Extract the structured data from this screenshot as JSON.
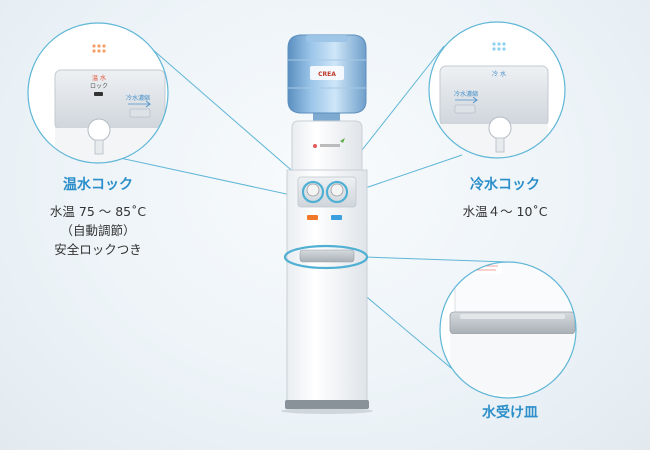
{
  "hot_tap": {
    "title": "温水コック",
    "lines": [
      "水温 75 ～ 85˚C",
      "（自動調節）",
      "安全ロックつき"
    ],
    "zoom_text": {
      "temp_label": "温 水",
      "lock_label": "ロック",
      "release_label": "冷水濃縮"
    }
  },
  "cold_tap": {
    "title": "冷水コック",
    "lines": [
      "水温４～ 10˚C"
    ],
    "zoom_text": {
      "temp_label": "冷 水",
      "release_label": "冷水濃縮"
    }
  },
  "drip_tray": {
    "title": "水受け皿"
  },
  "bottle": {
    "label": "CREA"
  },
  "colors": {
    "accent": "#2c8fc9",
    "callout_line": "#5fb6d6",
    "hot": "#f07a2a",
    "cold": "#3aa0e0"
  }
}
